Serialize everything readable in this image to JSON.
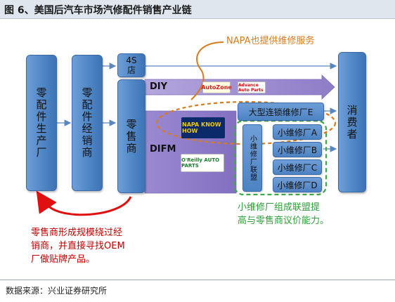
{
  "header": {
    "title": "图 6、美国后汽车市场汽修配件销售产业链"
  },
  "nodes": {
    "parts_maker": "零配件生产厂",
    "distributor": "零配件经销商",
    "retailer": "零售商",
    "four_s": "4S店",
    "consumer": "消费者"
  },
  "channels": {
    "diy": "DIY",
    "difm": "DIFM"
  },
  "shops": {
    "big_chain": "大型连锁维修厂E",
    "alliance": "小维修厂联盟",
    "small": [
      "小维修厂A",
      "小维修厂B",
      "小维修厂C",
      "小维修厂D"
    ]
  },
  "logos": {
    "autozone": "AutoZone",
    "advance": "Advance Auto Parts",
    "napa": "NAPA KNOW HOW",
    "oreilly": "O'Reilly AUTO PARTS"
  },
  "annotations": {
    "napa_note": "NAPA也提供维修服务",
    "alliance_note": [
      "小维修厂组成联盟提",
      "高与零售商议价能力。"
    ],
    "retailer_note": [
      "零售商形成规模绕过经",
      "销商，并直接寻找OEM",
      "厂做贴牌产品。"
    ]
  },
  "footer": {
    "source": "数据来源：兴业证券研究所"
  },
  "colors": {
    "box_blue": "#4f86c6",
    "band_purple": "#8e7cc3",
    "green_note": "#2e9e3a",
    "red_note": "#c00000",
    "orange_ellipse": "#d97a1c"
  }
}
